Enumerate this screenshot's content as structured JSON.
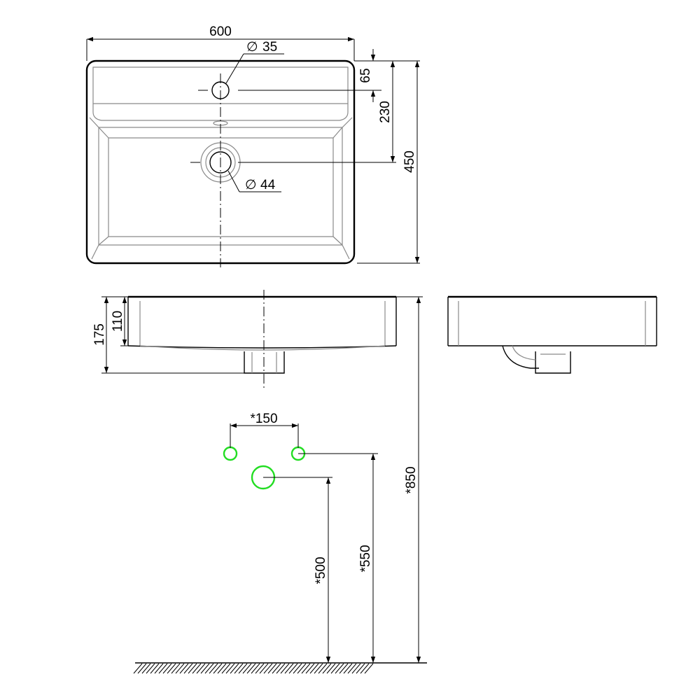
{
  "dimensions": {
    "width": "600",
    "hole_small_diameter": "35",
    "hole_large_diameter": "44",
    "hole_offset": "65",
    "drain_offset": "230",
    "depth": "450",
    "height_total": "175",
    "height_bowl": "110",
    "tap_spacing": "*150",
    "drain_height": "*500",
    "supply_height": "*550",
    "mount_height": "*850"
  },
  "symbols": {
    "diameter": "∅"
  },
  "colors": {
    "outline": "#000000",
    "inner_edge": "#8a8a8a",
    "connection_points": "#22dd22"
  }
}
